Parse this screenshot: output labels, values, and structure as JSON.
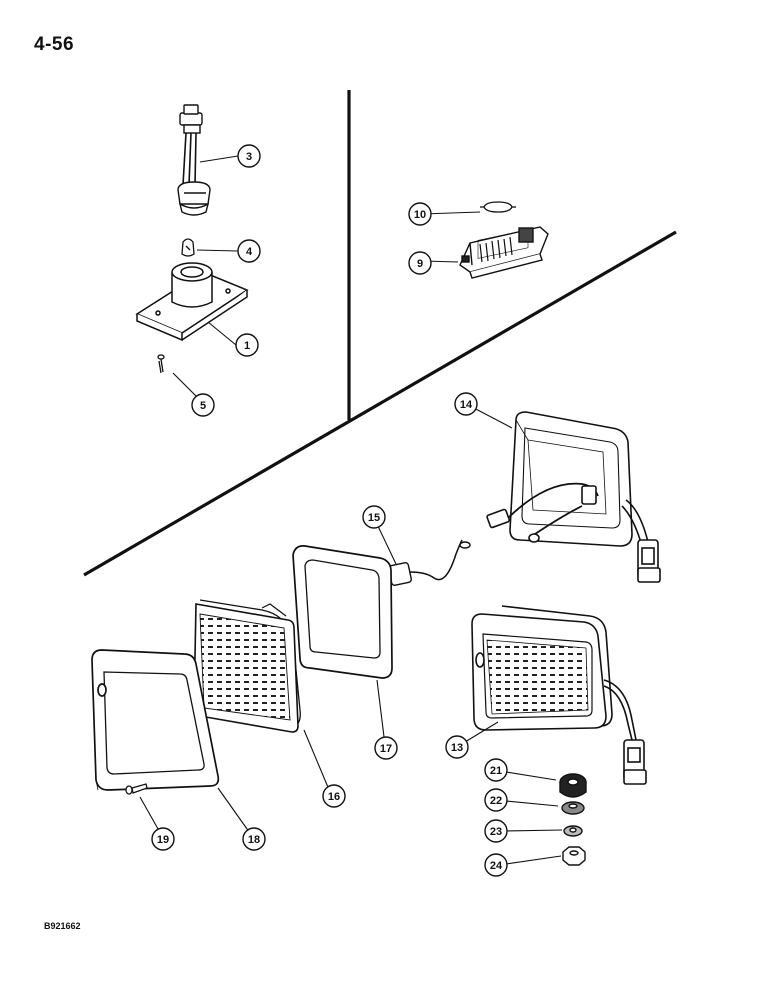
{
  "page_number": "4-56",
  "reference_code": "B921662",
  "callouts": [
    {
      "id": "c3",
      "label": "3"
    },
    {
      "id": "c4",
      "label": "4"
    },
    {
      "id": "c1",
      "label": "1"
    },
    {
      "id": "c5",
      "label": "5"
    },
    {
      "id": "c10",
      "label": "10"
    },
    {
      "id": "c9",
      "label": "9"
    },
    {
      "id": "c14",
      "label": "14"
    },
    {
      "id": "c15",
      "label": "15"
    },
    {
      "id": "c17",
      "label": "17"
    },
    {
      "id": "c13",
      "label": "13"
    },
    {
      "id": "c16",
      "label": "16"
    },
    {
      "id": "c21",
      "label": "21"
    },
    {
      "id": "c22",
      "label": "22"
    },
    {
      "id": "c23",
      "label": "23"
    },
    {
      "id": "c24",
      "label": "24"
    },
    {
      "id": "c19",
      "label": "19"
    },
    {
      "id": "c18",
      "label": "18"
    }
  ]
}
